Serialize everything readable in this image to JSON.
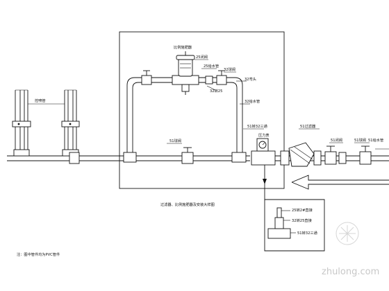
{
  "labels": {
    "fertilizer_injector": "比例施肥器",
    "valve_25": "25闭阀",
    "supply_pipe_25": "25给水管",
    "ball_valve_32": "32球阀",
    "elbow_32": "32弯头",
    "reducer_32_25": "32转25",
    "supply_pipe_32": "32给水管",
    "riser_pipe": "控喷管",
    "ball_valve_51": "51球阀",
    "tee_51_32": "51转32三通",
    "pressure_gauge": "压力表",
    "filter_51": "51过滤器",
    "valve_51": "51闭阀",
    "supply_pipe_51": "51给水管",
    "assembly_caption": "过滤器、比例施肥器及安装大样图",
    "note": "注：图中管件均为PVC管件"
  },
  "detail_box": {
    "items": [
      "25转2#直接",
      "32转25直接",
      "51转32三通"
    ]
  },
  "watermark": {
    "text": "zhulong.com"
  }
}
